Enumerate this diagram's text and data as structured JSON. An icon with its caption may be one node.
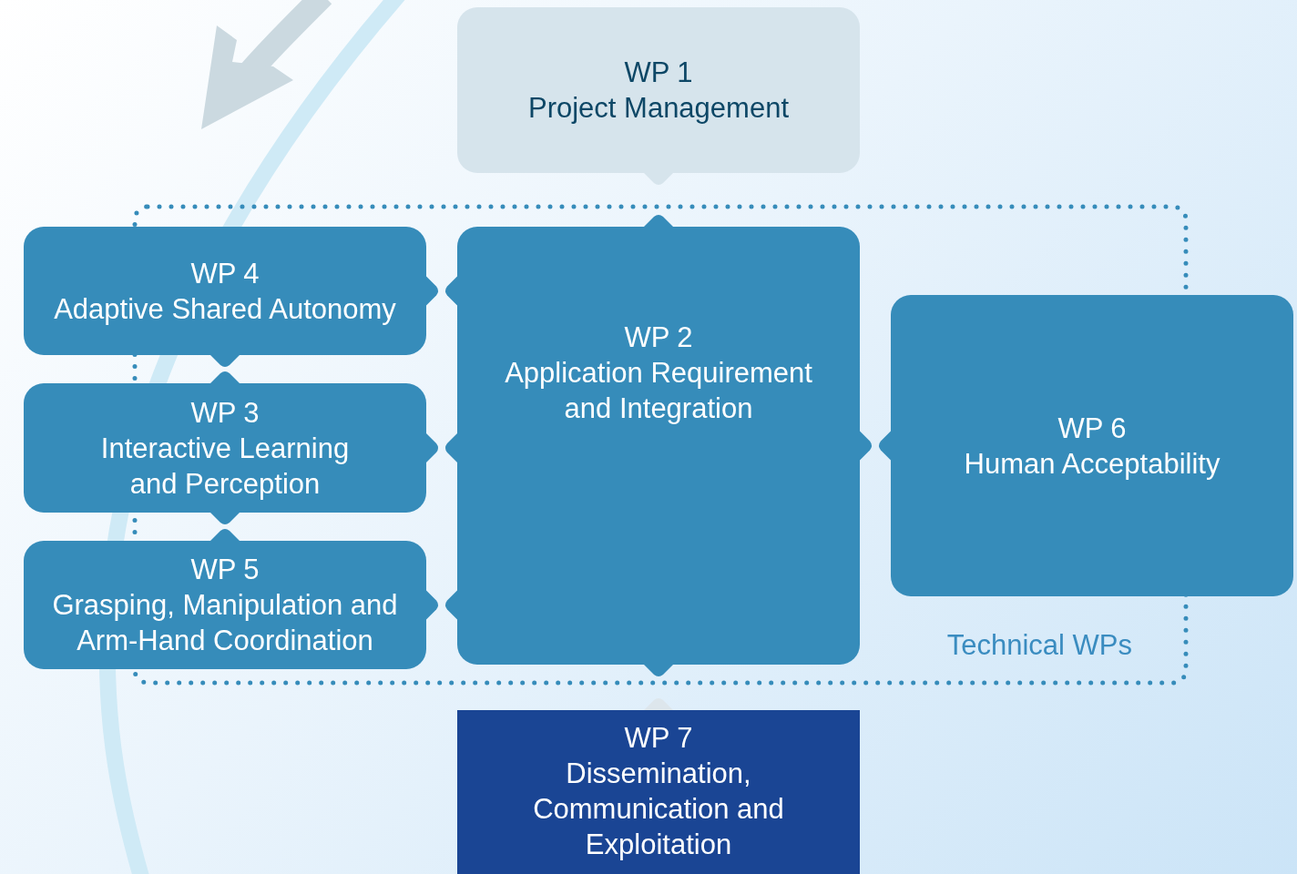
{
  "diagram": {
    "nodes": [
      {
        "text": [
          "WP 1",
          "Project Management"
        ]
      },
      {
        "text": [
          "Technical WPs"
        ]
      },
      {
        "text": [
          "WP 4",
          "Adaptive Shared Autonomy"
        ]
      },
      {
        "text": [
          "WP 3",
          "Interactive Learning and Perception"
        ]
      },
      {
        "text": [
          "WP 5",
          "Grasping, Manipulation and Arm-Hand Coordination"
        ]
      },
      {
        "text": [
          "WP 2",
          "Application Requirement and Integration"
        ],
        "in": 1
      },
      {
        "text": [
          "WP 6",
          "Human Acceptability"
        ]
      },
      {
        "text": [
          "WP 7",
          "Dissemination, Communication and Exploitation"
        ]
      }
    ],
    "edges": [
      {
        "from": 0,
        "to": 5,
        "arrow": "other"
      },
      {
        "from": 2,
        "to": 5,
        "arrow": "other"
      },
      {
        "from": 3,
        "to": 5,
        "arrow": "other"
      },
      {
        "from": 4,
        "to": 5,
        "arrow": "other"
      },
      {
        "from": 5,
        "to": 6,
        "arrow": "other"
      },
      {
        "from": 2,
        "to": 3,
        "arrow": "other"
      },
      {
        "from": 3,
        "to": 4,
        "arrow": "other"
      },
      {
        "from": 5,
        "to": 7,
        "arrow": "other"
      }
    ]
  }
}
